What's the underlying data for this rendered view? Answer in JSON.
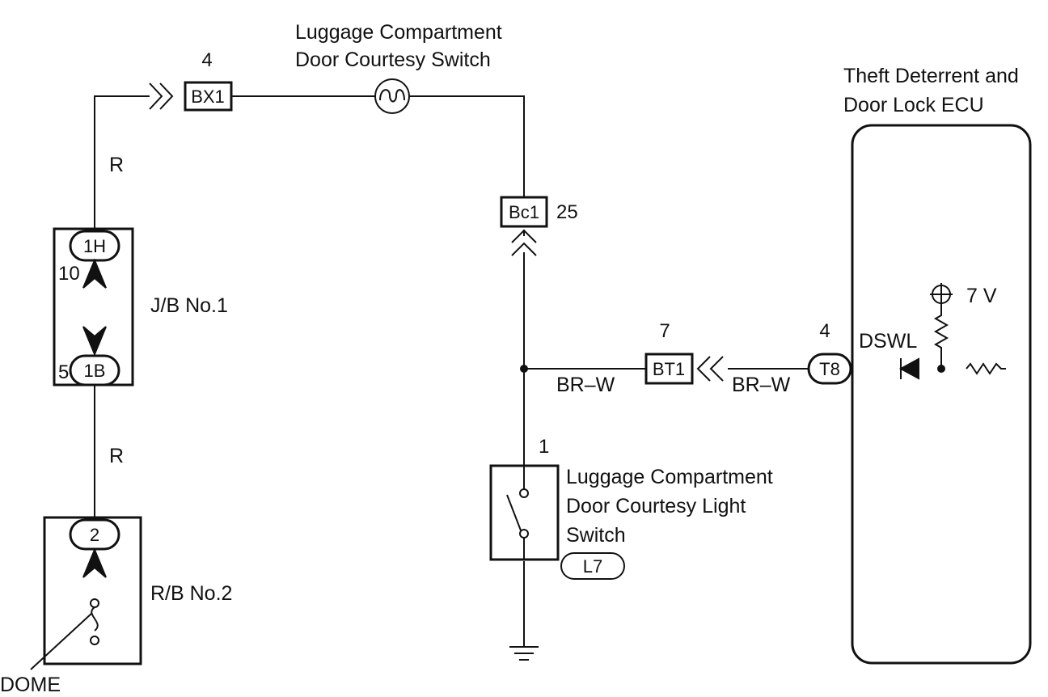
{
  "labels": {
    "lc_switch_line1": "Luggage Compartment",
    "lc_switch_line2": "Door Courtesy Switch",
    "ecu_line1": "Theft Deterrent and",
    "ecu_line2": "Door Lock ECU",
    "jb": "J/B No.1",
    "rb": "R/B No.2",
    "dome": "DOME",
    "light_switch_line1": "Luggage Compartment",
    "light_switch_line2": "Door Courtesy Light",
    "light_switch_line3": "Switch",
    "voltage": "7 V",
    "dswl": "DSWL"
  },
  "wires": {
    "r_upper": "R",
    "r_lower": "R",
    "brw_left": "BR–W",
    "brw_right": "BR–W"
  },
  "connectors": {
    "bx1": "BX1",
    "bx1_pin": "4",
    "bc1": "Bc1",
    "bc1_pin": "25",
    "bt1": "BT1",
    "bt1_pin": "7",
    "t8": "T8",
    "t8_pin": "4",
    "jb_1h": "1H",
    "jb_1h_pin": "10",
    "jb_1b": "1B",
    "jb_1b_pin": "5",
    "rb_2": "2",
    "switch_pin": "1",
    "l7": "L7"
  }
}
